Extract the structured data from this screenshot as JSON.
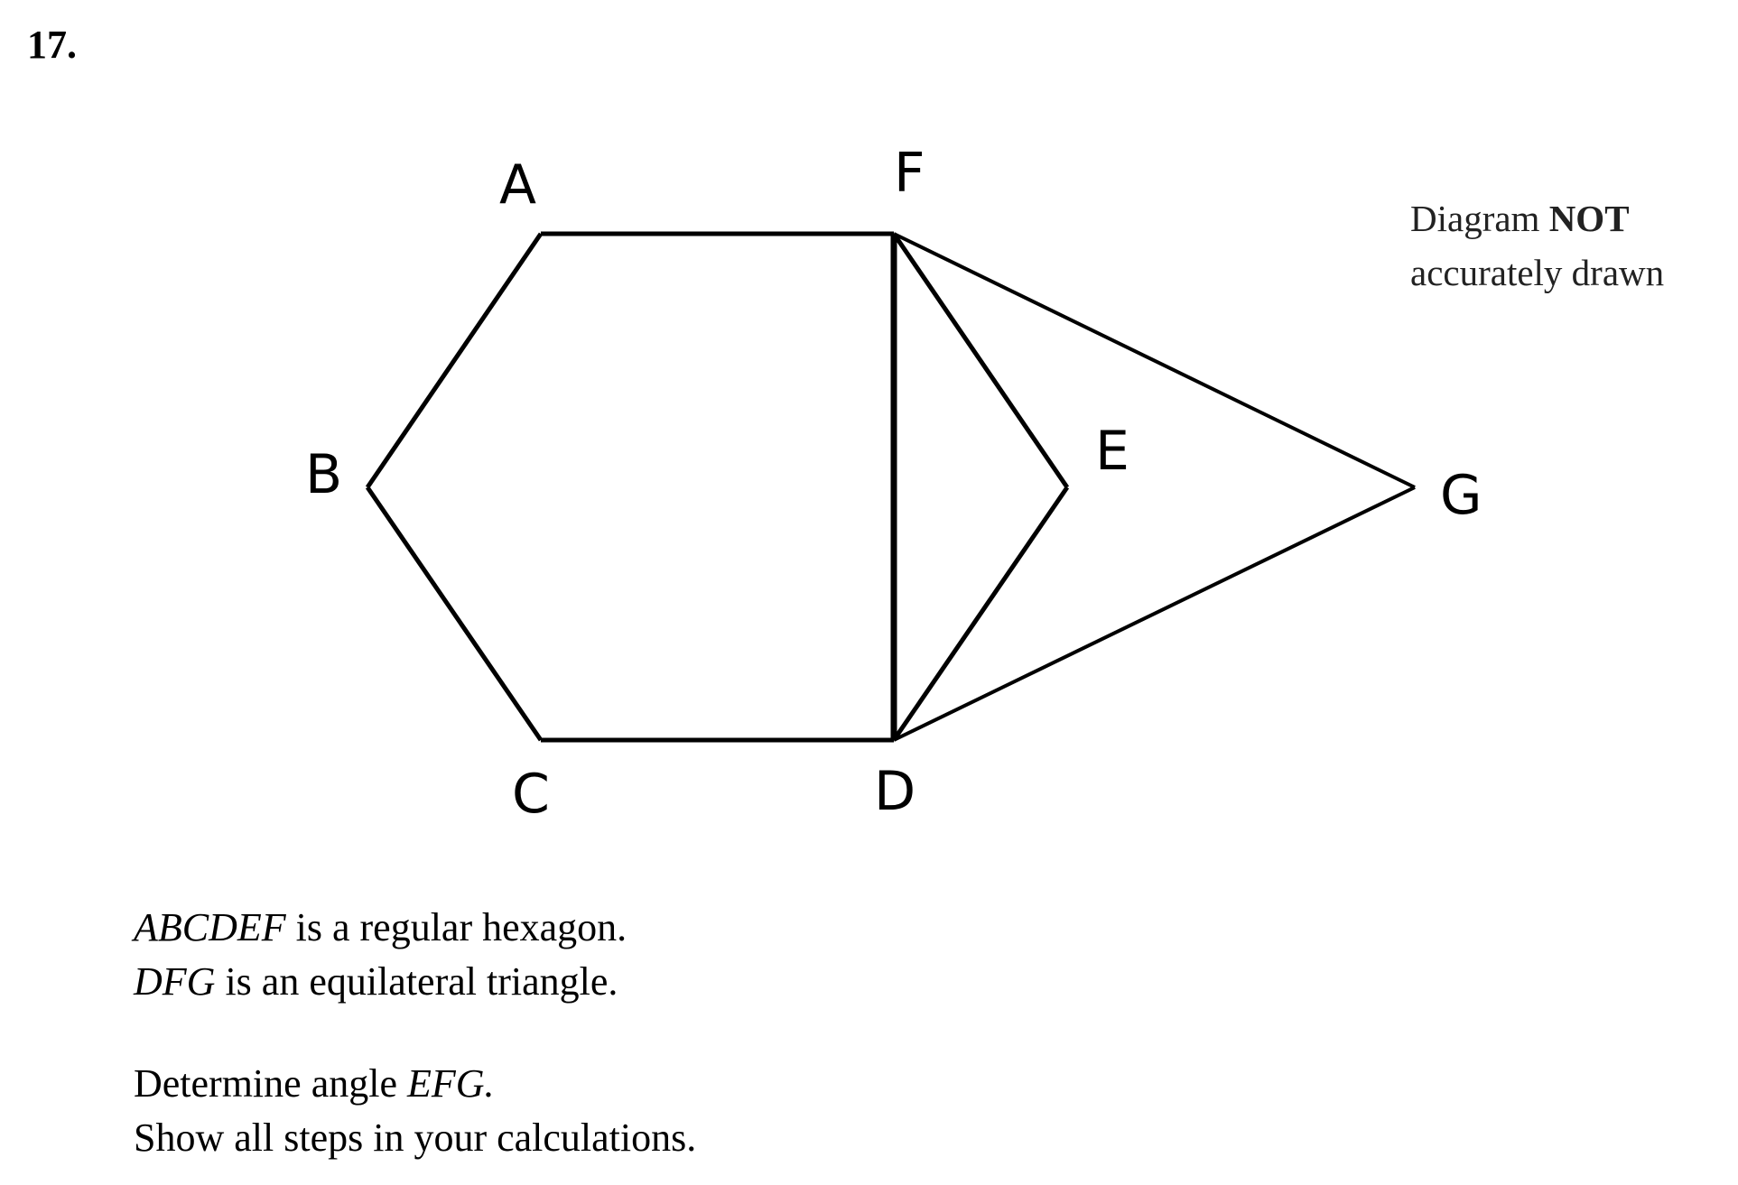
{
  "question_number": "17.",
  "diagram_note": {
    "line1_prefix": "Diagram ",
    "line1_bold": "NOT",
    "line2": "accurately drawn"
  },
  "vertex_labels": {
    "A": "A",
    "B": "B",
    "C": "C",
    "D": "D",
    "E": "E",
    "F": "F",
    "G": "G"
  },
  "statements": [
    {
      "italic": "ABCDEF",
      "rest": " is a regular hexagon."
    },
    {
      "italic": "DFG",
      "rest": " is an equilateral triangle."
    }
  ],
  "task": [
    {
      "prefix": "Determine angle ",
      "italic": "EFG."
    },
    {
      "text": "Show all steps in your calculations."
    }
  ]
}
